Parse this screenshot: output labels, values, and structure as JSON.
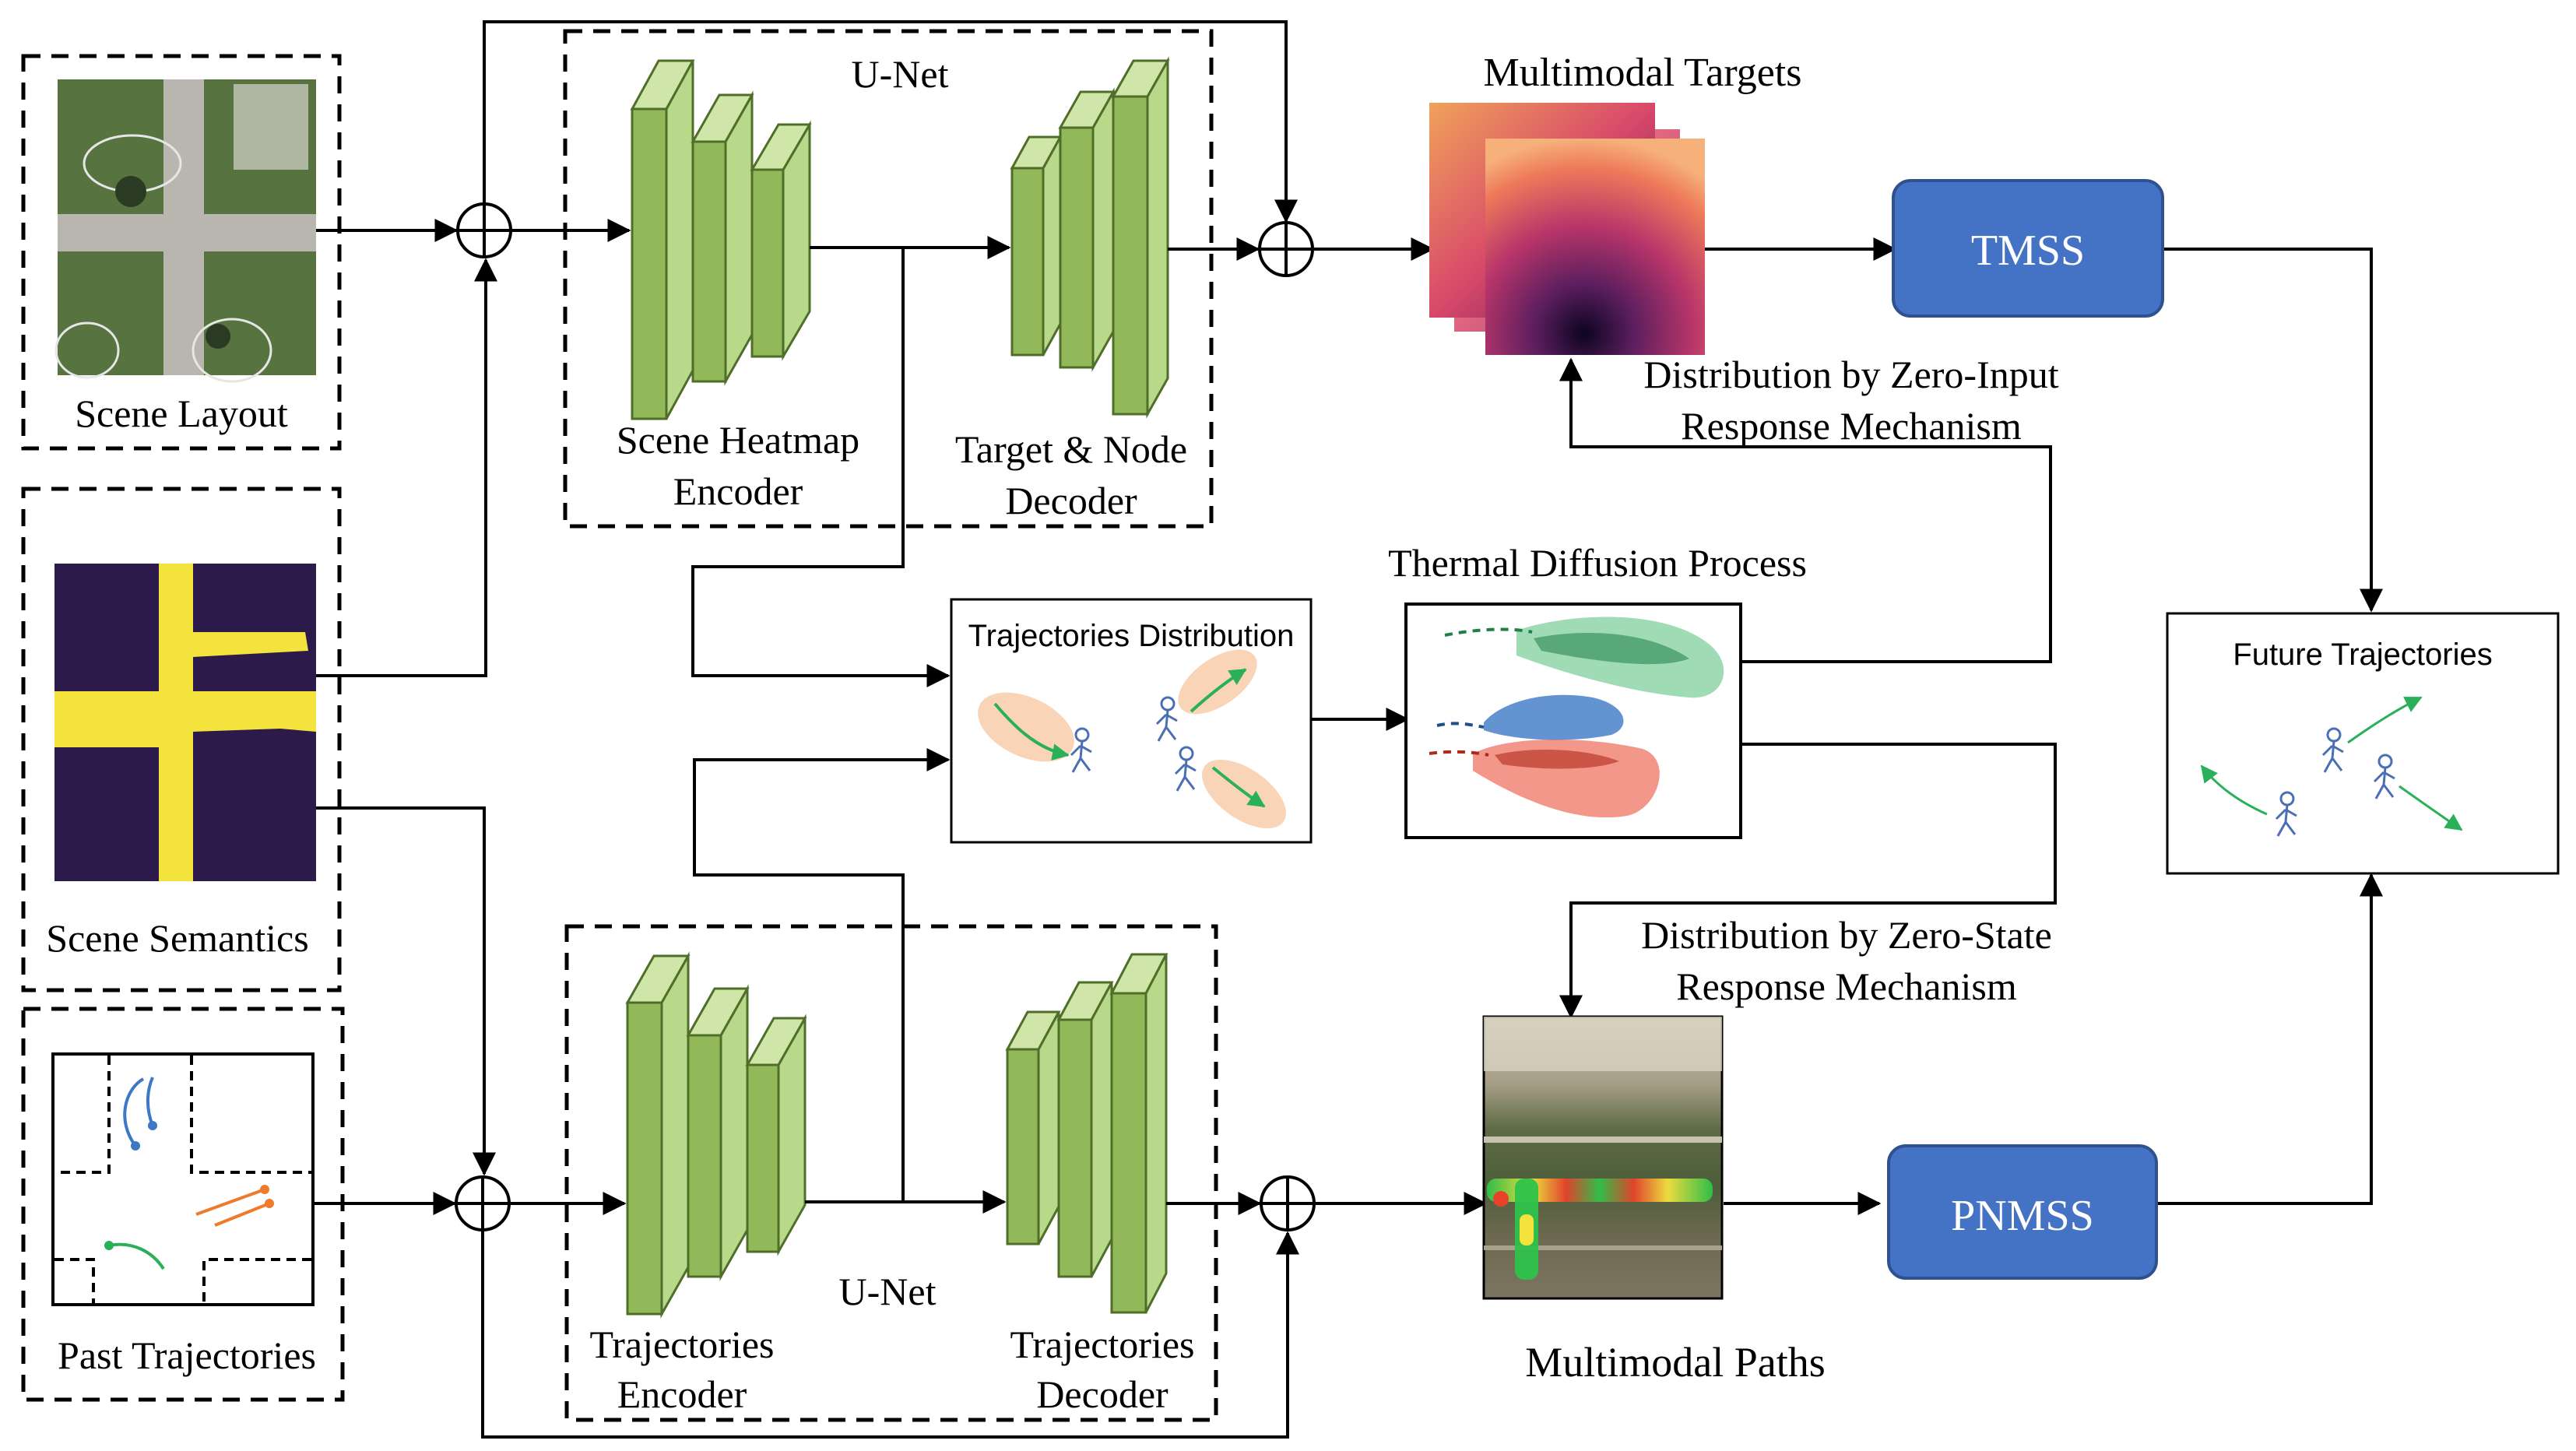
{
  "labels": {
    "scene_layout": "Scene Layout",
    "scene_semantics": "Scene Semantics",
    "past_trajectories": "Past Trajectories",
    "unet_top": "U-Net",
    "unet_bottom": "U-Net",
    "scene_heatmap_encoder_1": "Scene Heatmap",
    "scene_heatmap_encoder_2": "Encoder",
    "target_node_decoder_1": "Target & Node",
    "target_node_decoder_2": "Decoder",
    "trajectories_encoder_1": "Trajectories",
    "trajectories_encoder_2": "Encoder",
    "trajectories_decoder_1": "Trajectories",
    "trajectories_decoder_2": "Decoder",
    "multimodal_targets": "Multimodal Targets",
    "tmss": "TMSS",
    "pnmss": "PNMSS",
    "zero_input_1": "Distribution by Zero-Input",
    "zero_input_2": "Response Mechanism",
    "thermal_diffusion": "Thermal Diffusion Process",
    "trajectories_distribution": "Trajectories Distribution",
    "zero_state_1": "Distribution by Zero-State",
    "zero_state_2": "Response Mechanism",
    "multimodal_paths": "Multimodal Paths",
    "future_trajectories": "Future Trajectories"
  },
  "colors": {
    "block_green": "#92b959",
    "mss_blue": "#4472c4",
    "semantic_purple": "#2c1a4a",
    "semantic_yellow": "#f4e23d",
    "traj_green": "#2bb05a",
    "traj_orange": "#ee7a2c",
    "traj_blue": "#3d78c7"
  },
  "icons": [
    "pedestrian-icon",
    "sum-operator-icon",
    "arrow-icon"
  ]
}
